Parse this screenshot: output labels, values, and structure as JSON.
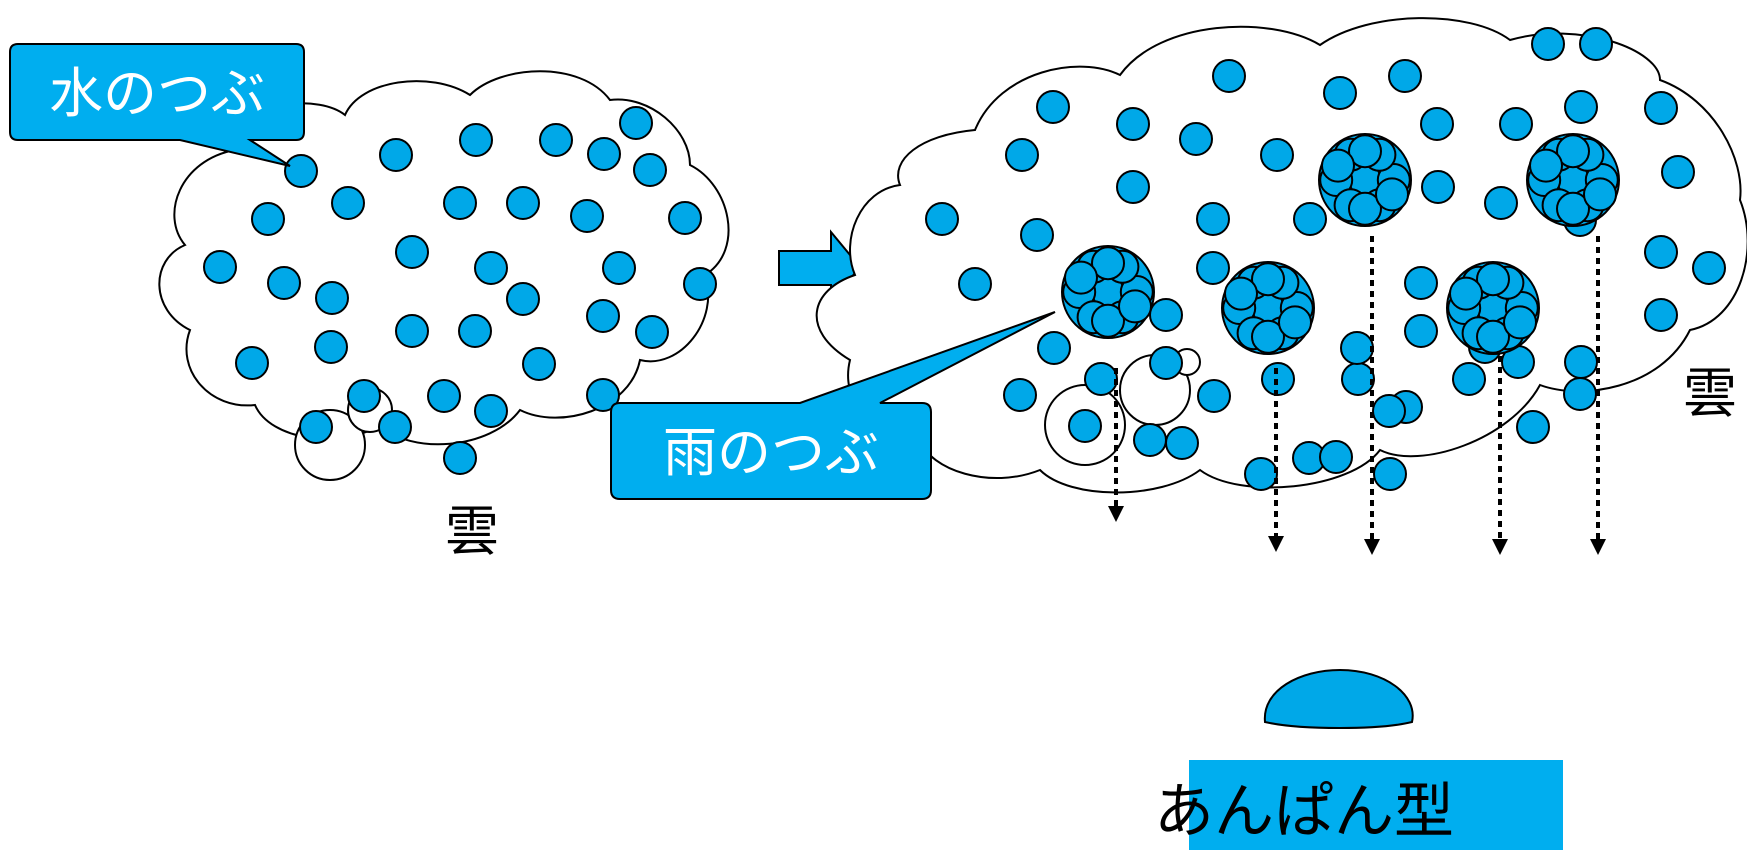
{
  "labels": {
    "water_droplet": "水のつぶ",
    "raindrop": "雨のつぶ",
    "cloud_left": "雲",
    "cloud_right": "雲",
    "shape_name": "あんぱん型"
  },
  "colors": {
    "droplet_fill": "#00a8e8",
    "callout_fill": "#00aeef",
    "stroke": "#000000",
    "label_text_on_blue": "#ffffff",
    "label_text": "#000000"
  },
  "icons": {
    "arrow": "right-arrow-icon",
    "fall": "dotted-down-arrow-icon"
  }
}
